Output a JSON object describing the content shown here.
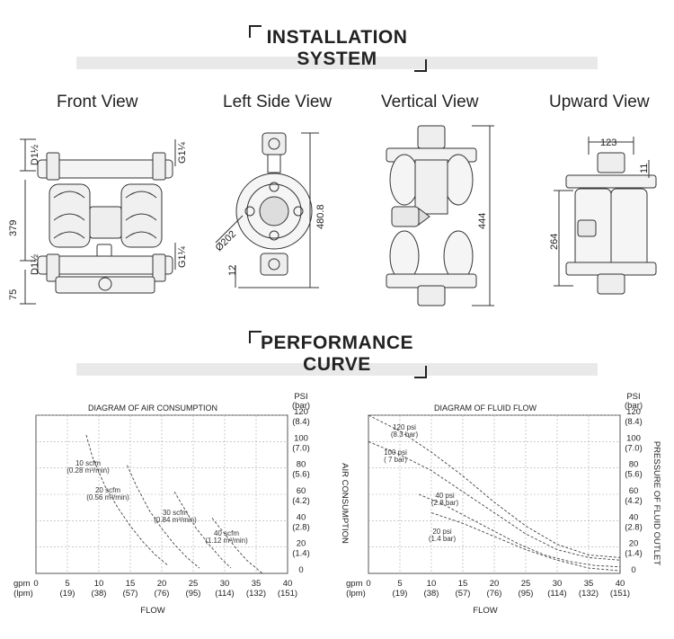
{
  "header": {
    "installation_line1": "INSTALLATION",
    "installation_line2": "SYSTEM",
    "performance_line1": "PERFORMANCE",
    "performance_line2": "CURVE"
  },
  "views": [
    {
      "label": "Front View"
    },
    {
      "label": "Left Side View"
    },
    {
      "label": "Vertical View"
    },
    {
      "label": "Upward View"
    }
  ],
  "dimensions": {
    "front_top_port": "D1½",
    "front_right_top_port": "G1¼",
    "front_height": "379",
    "front_bottom_port": "D1½",
    "front_right_bottom_port": "G1¼",
    "front_base": "75",
    "side_diameter": "Ø202",
    "side_height": "480.8",
    "side_base": "12",
    "vertical_height": "444",
    "upward_width": "123",
    "upward_offset": "11",
    "upward_height": "264"
  },
  "chart_data": [
    {
      "type": "line",
      "title": "DIAGRAM OF AIR CONSUMPTION",
      "x_ticks": [
        "0",
        "5",
        "10",
        "15",
        "20",
        "25",
        "30",
        "35",
        "40"
      ],
      "x_ticks_lpm": [
        "(lpm)",
        "(19)",
        "(38)",
        "(57)",
        "(76)",
        "(95)",
        "(114)",
        "(132)",
        "(151)"
      ],
      "x_unit": "gpm",
      "xlabel": "FLOW",
      "y_ticks": [
        "0",
        "20",
        "40",
        "60",
        "80",
        "100",
        "120"
      ],
      "y_ticks_bar": [
        "",
        "(1.4)",
        "(2.8)",
        "(4.2)",
        "(5.6)",
        "(7.0)",
        "(8.4)"
      ],
      "y_unit": "PSI",
      "y_unit2": "(bar)",
      "ylabel": "AIR CONSUMPTION",
      "xlim": [
        0,
        40
      ],
      "ylim": [
        0,
        120
      ],
      "grid": true,
      "series": [
        {
          "name": "10 scfm",
          "name2": "(0.28 m³/min)",
          "x": [
            8,
            9,
            11,
            13,
            15,
            17,
            19,
            21
          ],
          "y": [
            105,
            88,
            66,
            50,
            36,
            24,
            14,
            6
          ]
        },
        {
          "name": "20 scfm",
          "name2": "(0.56 m³/min)",
          "x": [
            14.5,
            16,
            18,
            20,
            22,
            24,
            26
          ],
          "y": [
            82,
            66,
            48,
            34,
            22,
            12,
            4
          ]
        },
        {
          "name": "30 scfm",
          "name2": "(0.84 m³/min)",
          "x": [
            22,
            23.5,
            25.5,
            27.5,
            29.5,
            31
          ],
          "y": [
            62,
            50,
            34,
            22,
            11,
            4
          ]
        },
        {
          "name": "40 scfm",
          "name2": "(1.12 m³/min)",
          "x": [
            28,
            30,
            32,
            33.5,
            35,
            36
          ],
          "y": [
            42,
            30,
            18,
            10,
            4,
            0
          ]
        }
      ]
    },
    {
      "type": "line",
      "title": "DIAGRAM OF FLUID FLOW",
      "x_ticks": [
        "0",
        "5",
        "10",
        "15",
        "20",
        "25",
        "30",
        "35",
        "40"
      ],
      "x_ticks_lpm": [
        "(lpm)",
        "(19)",
        "(38)",
        "(57)",
        "(76)",
        "(95)",
        "(114)",
        "(132)",
        "(151)"
      ],
      "x_unit": "gpm",
      "xlabel": "FLOW",
      "y_ticks": [
        "0",
        "20",
        "40",
        "60",
        "80",
        "100",
        "120"
      ],
      "y_ticks_bar": [
        "",
        "(1.4)",
        "(2.8)",
        "(4.2)",
        "(5.6)",
        "(7.0)",
        "(8.4)"
      ],
      "y_unit": "PSI",
      "y_unit2": "(bar)",
      "ylabel": "PRESSURE OF FLUID OUTLET",
      "xlim": [
        0,
        40
      ],
      "ylim": [
        0,
        120
      ],
      "grid": true,
      "series": [
        {
          "name": "120 psi",
          "name2": "(8.3 bar)",
          "x": [
            0,
            5,
            10,
            15,
            20,
            25,
            30,
            35,
            40
          ],
          "y": [
            120,
            108,
            92,
            74,
            54,
            36,
            22,
            14,
            12
          ]
        },
        {
          "name": "100 psi",
          "name2": "( 7 bar)",
          "x": [
            0,
            5,
            10,
            15,
            20,
            25,
            30,
            35,
            40
          ],
          "y": [
            100,
            90,
            78,
            62,
            46,
            30,
            18,
            12,
            10
          ]
        },
        {
          "name": "40 psi",
          "name2": "(2.8 bar)",
          "x": [
            8,
            12,
            16,
            20,
            24,
            28,
            32,
            36,
            40
          ],
          "y": [
            60,
            52,
            42,
            32,
            22,
            14,
            9,
            6,
            5
          ]
        },
        {
          "name": "20 psi",
          "name2": "(1.4 bar)",
          "x": [
            10,
            15,
            20,
            25,
            30,
            35,
            40
          ],
          "y": [
            46,
            38,
            28,
            18,
            10,
            4,
            2
          ]
        }
      ]
    }
  ]
}
